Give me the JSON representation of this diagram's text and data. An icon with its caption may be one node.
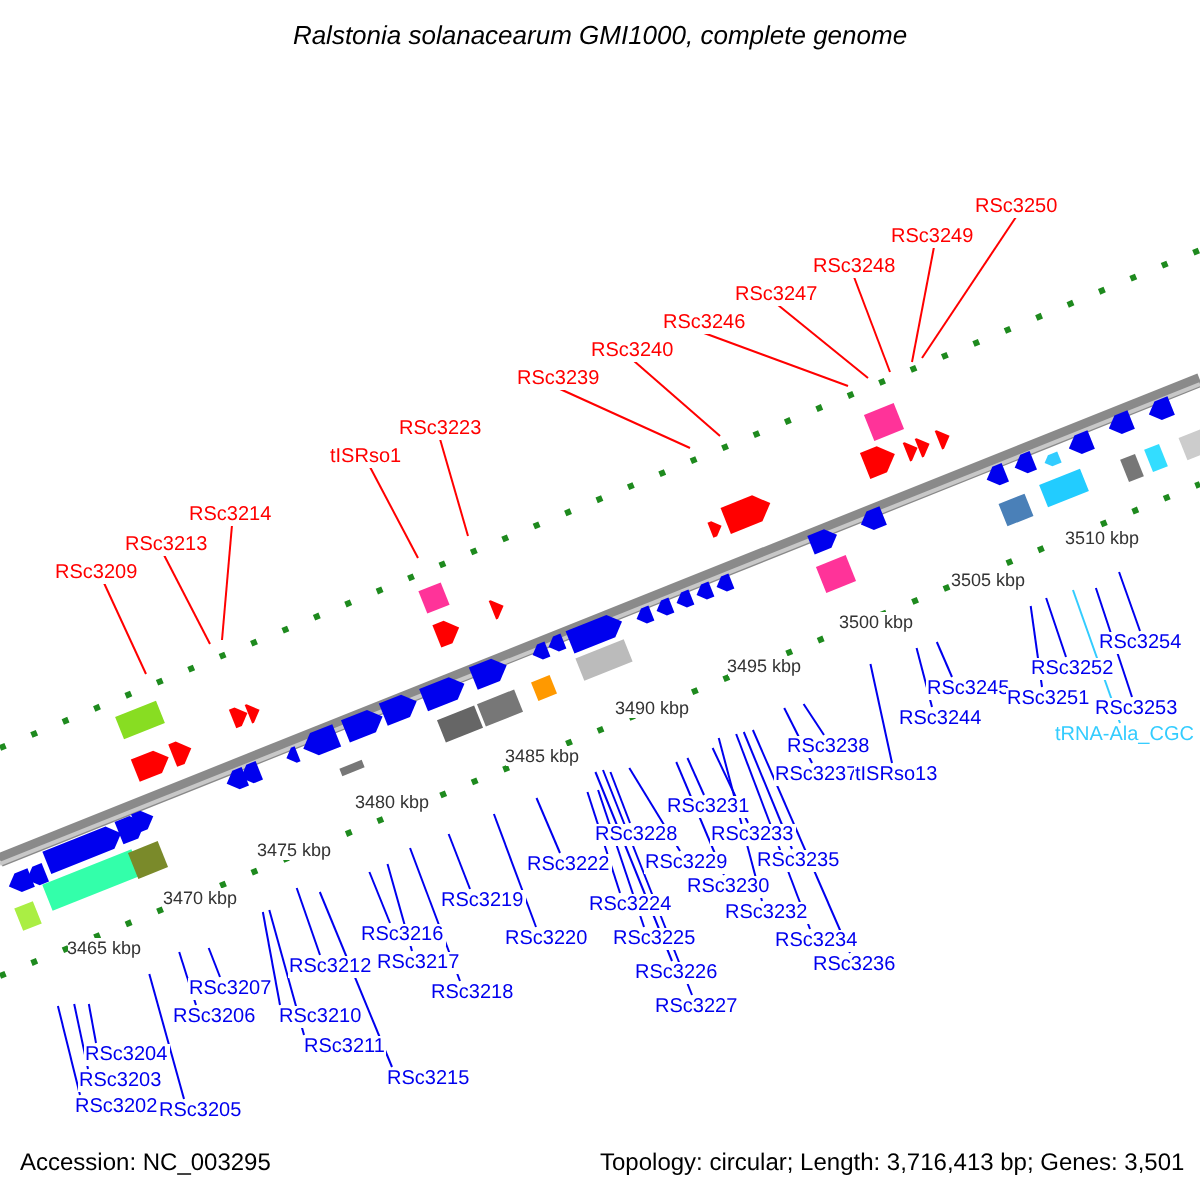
{
  "diagram": {
    "title": "Ralstonia solanacearum GMI1000, complete genome",
    "nodes": [
      {
        "text": [
          "RSc3209"
        ]
      },
      {
        "text": [
          "RSc3213"
        ]
      },
      {
        "text": [
          "RSc3214"
        ]
      },
      {
        "text": [
          "tISRso1"
        ]
      },
      {
        "text": [
          "RSc3223"
        ]
      },
      {
        "text": [
          "RSc3239"
        ]
      },
      {
        "text": [
          "RSc3240"
        ]
      },
      {
        "text": [
          "RSc3246"
        ]
      },
      {
        "text": [
          "RSc3247"
        ]
      },
      {
        "text": [
          "RSc3248"
        ]
      },
      {
        "text": [
          "RSc3249"
        ]
      },
      {
        "text": [
          "RSc3250"
        ]
      },
      {
        "text": [
          "RSc3202"
        ]
      },
      {
        "text": [
          "RSc3203"
        ]
      },
      {
        "text": [
          "RSc3204"
        ]
      },
      {
        "text": [
          "RSc3205"
        ]
      },
      {
        "text": [
          "RSc3206"
        ]
      },
      {
        "text": [
          "RSc3207"
        ]
      },
      {
        "text": [
          "RSc3210"
        ]
      },
      {
        "text": [
          "RSc3211"
        ]
      },
      {
        "text": [
          "RSc3212"
        ]
      },
      {
        "text": [
          "RSc3215"
        ]
      },
      {
        "text": [
          "RSc3216"
        ]
      },
      {
        "text": [
          "RSc3217"
        ]
      },
      {
        "text": [
          "RSc3218"
        ]
      },
      {
        "text": [
          "RSc3219"
        ]
      },
      {
        "text": [
          "RSc3220"
        ]
      },
      {
        "text": [
          "RSc3222"
        ]
      },
      {
        "text": [
          "RSc3224"
        ]
      },
      {
        "text": [
          "RSc3225"
        ]
      },
      {
        "text": [
          "RSc3226"
        ]
      },
      {
        "text": [
          "RSc3227"
        ]
      },
      {
        "text": [
          "RSc3228"
        ]
      },
      {
        "text": [
          "RSc3229"
        ]
      },
      {
        "text": [
          "RSc3230"
        ]
      },
      {
        "text": [
          "RSc3231"
        ]
      },
      {
        "text": [
          "RSc3232"
        ]
      },
      {
        "text": [
          "RSc3233"
        ]
      },
      {
        "text": [
          "RSc3234"
        ]
      },
      {
        "text": [
          "RSc3235"
        ]
      },
      {
        "text": [
          "RSc3236"
        ]
      },
      {
        "text": [
          "RSc3237"
        ]
      },
      {
        "text": [
          "RSc3238"
        ]
      },
      {
        "text": [
          "tISRso13"
        ]
      },
      {
        "text": [
          "RSc3244"
        ]
      },
      {
        "text": [
          "RSc3245"
        ]
      },
      {
        "text": [
          "RSc3251"
        ]
      },
      {
        "text": [
          "RSc3252"
        ]
      },
      {
        "text": [
          "RSc3253"
        ]
      },
      {
        "text": [
          "tRNA-Ala_CGC"
        ]
      },
      {
        "text": [
          "RSc3254"
        ]
      }
    ],
    "edges": [
      {
        "from": 0,
        "to": null,
        "arrow": "none",
        "color": "#ff0000"
      },
      {
        "from": 1,
        "to": null,
        "arrow": "none",
        "color": "#ff0000"
      },
      {
        "from": 2,
        "to": null,
        "arrow": "none",
        "color": "#ff0000"
      },
      {
        "from": 3,
        "to": null,
        "arrow": "none",
        "color": "#ff0000"
      },
      {
        "from": 4,
        "to": null,
        "arrow": "none",
        "color": "#ff0000"
      },
      {
        "from": 5,
        "to": null,
        "arrow": "none",
        "color": "#ff0000"
      },
      {
        "from": 6,
        "to": null,
        "arrow": "none",
        "color": "#ff0000"
      },
      {
        "from": 7,
        "to": null,
        "arrow": "none",
        "color": "#ff0000"
      },
      {
        "from": 8,
        "to": null,
        "arrow": "none",
        "color": "#ff0000"
      },
      {
        "from": 9,
        "to": null,
        "arrow": "none",
        "color": "#ff0000"
      },
      {
        "from": 10,
        "to": null,
        "arrow": "none",
        "color": "#ff0000"
      },
      {
        "from": 11,
        "to": null,
        "arrow": "none",
        "color": "#ff0000"
      },
      {
        "from": 12,
        "to": null,
        "arrow": "none"
      },
      {
        "from": 13,
        "to": null,
        "arrow": "none"
      },
      {
        "from": 14,
        "to": null,
        "arrow": "none"
      },
      {
        "from": 15,
        "to": null,
        "arrow": "none"
      },
      {
        "from": 16,
        "to": null,
        "arrow": "none"
      },
      {
        "from": 17,
        "to": null,
        "arrow": "none"
      },
      {
        "from": 18,
        "to": null,
        "arrow": "none"
      },
      {
        "from": 19,
        "to": null,
        "arrow": "none"
      },
      {
        "from": 20,
        "to": null,
        "arrow": "none"
      },
      {
        "from": 21,
        "to": null,
        "arrow": "none"
      },
      {
        "from": 22,
        "to": null,
        "arrow": "none"
      },
      {
        "from": 23,
        "to": null,
        "arrow": "none"
      },
      {
        "from": 24,
        "to": null,
        "arrow": "none"
      },
      {
        "from": 25,
        "to": null,
        "arrow": "none"
      },
      {
        "from": 26,
        "to": null,
        "arrow": "none"
      },
      {
        "from": 27,
        "to": null,
        "arrow": "none"
      },
      {
        "from": 28,
        "to": null,
        "arrow": "none"
      },
      {
        "from": 29,
        "to": null,
        "arrow": "none"
      },
      {
        "from": 30,
        "to": null,
        "arrow": "none"
      },
      {
        "from": 31,
        "to": null,
        "arrow": "none"
      },
      {
        "from": 32,
        "to": null,
        "arrow": "none"
      },
      {
        "from": 33,
        "to": null,
        "arrow": "none"
      },
      {
        "from": 34,
        "to": null,
        "arrow": "none"
      },
      {
        "from": 35,
        "to": null,
        "arrow": "none"
      },
      {
        "from": 36,
        "to": null,
        "arrow": "none"
      },
      {
        "from": 37,
        "to": null,
        "arrow": "none"
      },
      {
        "from": 38,
        "to": null,
        "arrow": "none"
      },
      {
        "from": 39,
        "to": null,
        "arrow": "none"
      },
      {
        "from": 40,
        "to": null,
        "arrow": "none"
      },
      {
        "from": 41,
        "to": null,
        "arrow": "none"
      },
      {
        "from": 42,
        "to": null,
        "arrow": "none"
      },
      {
        "from": 43,
        "to": null,
        "arrow": "none"
      },
      {
        "from": 44,
        "to": null,
        "arrow": "none"
      },
      {
        "from": 45,
        "to": null,
        "arrow": "none"
      },
      {
        "from": 46,
        "to": null,
        "arrow": "none"
      },
      {
        "from": 47,
        "to": null,
        "arrow": "none"
      },
      {
        "from": 48,
        "to": null,
        "arrow": "none"
      },
      {
        "from": 49,
        "to": null,
        "arrow": "none",
        "color": "#33ccff"
      },
      {
        "from": 50,
        "to": null,
        "arrow": "none"
      }
    ],
    "labels": [
      "3465 kbp",
      "3470 kbp",
      "3475 kbp",
      "3480 kbp",
      "3485 kbp",
      "3490 kbp",
      "3495 kbp",
      "3500 kbp",
      "3505 kbp",
      "3510 kbp",
      "Accession: NC_003295",
      "Topology: circular; Length: 3,716,413 bp; Genes: 3,501"
    ]
  }
}
